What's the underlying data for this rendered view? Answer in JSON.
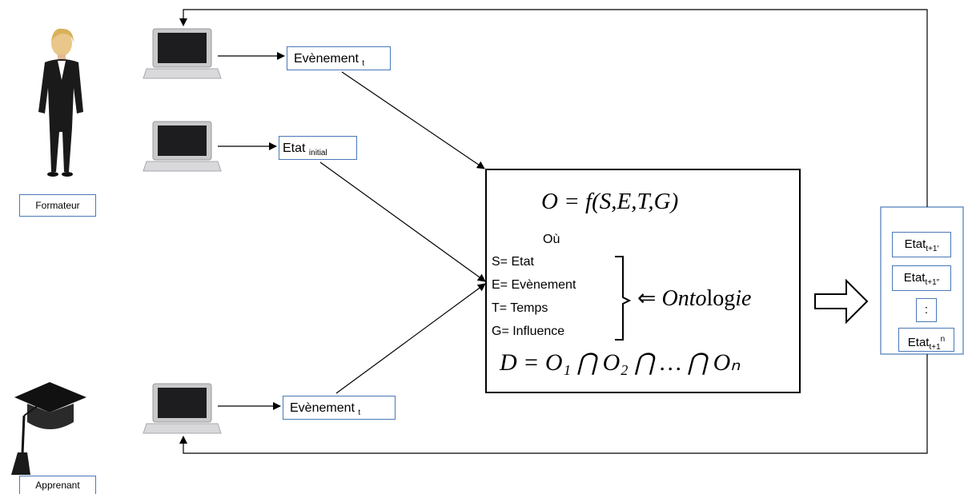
{
  "actors": {
    "trainer": "Formateur",
    "learner": "Apprenant"
  },
  "events": {
    "top": {
      "label": "Evènement",
      "sub": "t"
    },
    "bottom": {
      "label": "Evènement",
      "sub": "t"
    }
  },
  "initial_state": {
    "label": "Etat",
    "sub": "initial"
  },
  "model": {
    "formula": "O = f(S,E,T,G)",
    "where": "Où",
    "definitions": [
      "S= Etat",
      "E= Evènement",
      "T= Temps",
      "G= Influence"
    ],
    "ontology_arrow": "⇐",
    "ontology_italic_1": "Onto",
    "ontology_roman": "log",
    "ontology_italic_2": "ie",
    "decision_formula": "D = O₁ ⋂ O₂ ⋂ … ⋂ Oₙ"
  },
  "outputs": {
    "state1": {
      "label": "Etat",
      "sub": "t+1′"
    },
    "state2": {
      "label": "Etat",
      "sub": "t+1″"
    },
    "ellipsis": ":",
    "staten": {
      "label": "Etat",
      "sub": "t+1",
      "sup": "n"
    }
  },
  "colors": {
    "label_border": "#4a78b8",
    "line": "#000000"
  }
}
